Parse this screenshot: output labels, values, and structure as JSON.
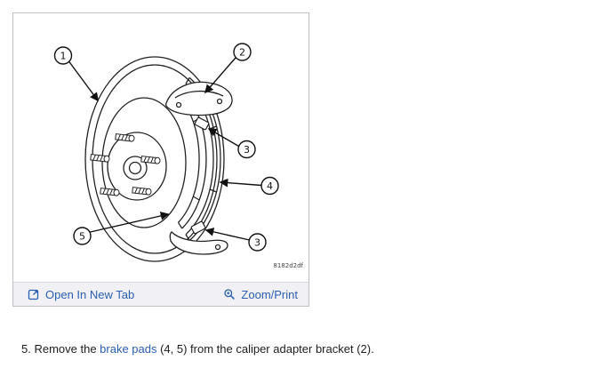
{
  "figure_panel": {
    "figure_code": "8182d2df",
    "callouts": [
      {
        "label": "1"
      },
      {
        "label": "2"
      },
      {
        "label": "3"
      },
      {
        "label": "4"
      },
      {
        "label": "5"
      },
      {
        "label": "3"
      }
    ],
    "footer": {
      "open_in_new_tab": "Open In New Tab",
      "zoom_print": "Zoom/Print"
    }
  },
  "instruction": {
    "prefix": "5. Remove the ",
    "link_text": "brake pads",
    "suffix": " (4, 5) from the caliper adapter bracket (2)."
  },
  "colors": {
    "link_blue": "#2b5fb0",
    "footer_bg": "#f0f0f5"
  }
}
